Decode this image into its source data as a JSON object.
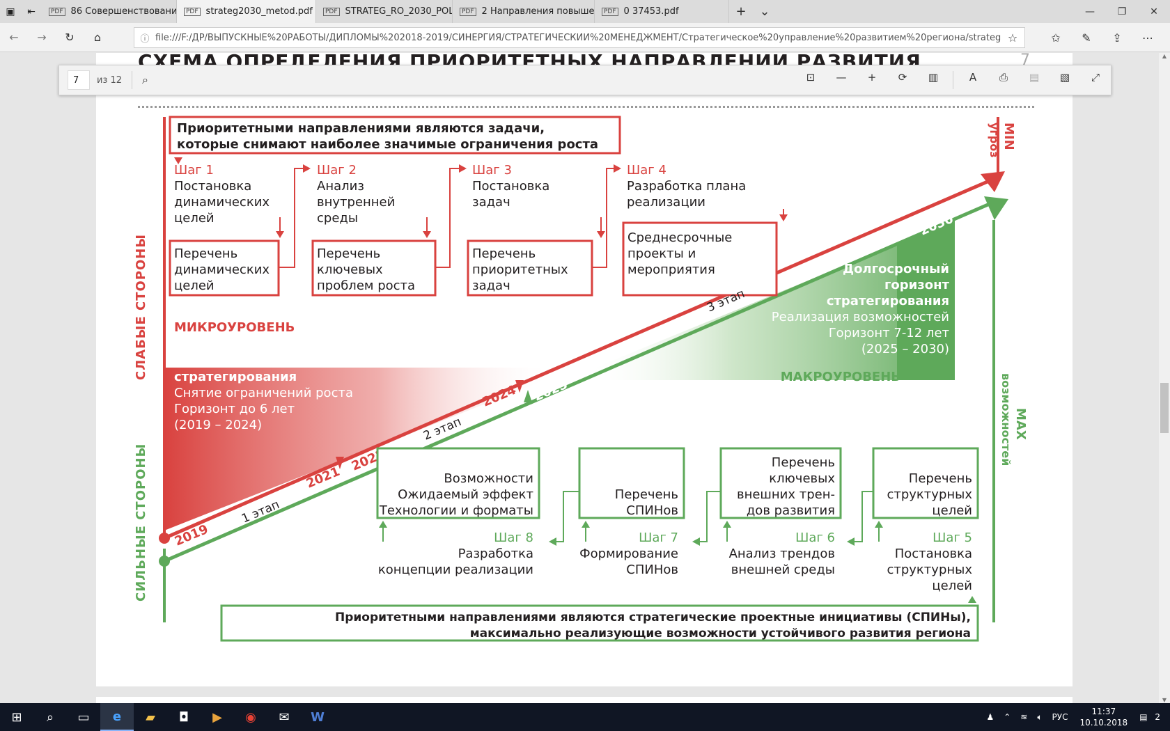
{
  "browser": {
    "tabs": [
      {
        "label": "86 Совершенствование стр"
      },
      {
        "label": "strateg2030_metod.pdf"
      },
      {
        "label": "STRATEG_RO_2030_POLUSII"
      },
      {
        "label": "2 Направления повышени"
      },
      {
        "label": "0 37453.pdf"
      }
    ],
    "url": "file:///F:/ДР/ВЫПУСКНЫЕ%20РАБОТЫ/ДИПЛОМЫ%202018-2019/СИНЕРГИЯ/СТРАТЕГИЧЕСКИЙ%20МЕНЕДЖМЕНТ/Стратегическое%20управление%20развитием%20региона/strateg2030_metod.pdf"
  },
  "pdf": {
    "page_number": "7",
    "page_total": "из 12",
    "title": "СХЕМА ОПРЕДЕЛЕНИЯ ПРИОРИТЕТНЫХ НАПРАВЛЕНИЙ РАЗВИТИЯ",
    "page_label": "7"
  },
  "diagram": {
    "top_header_1": "Приоритетными направлениями являются задачи,",
    "top_header_2": "которые снимают наиболее значимые ограничения роста",
    "bottom_header_1": "Приоритетными направлениями являются стратегические проектные инициативы (СПИНы),",
    "bottom_header_2": "максимально реализующие возможности устойчивого развития региона",
    "weak": "СЛАБЫЕ СТОРОНЫ",
    "strong": "СИЛЬНЫЕ СТОРОНЫ",
    "min_1": "MIN",
    "min_2": "угроз",
    "max_1": "MAX",
    "max_2": "возможностей",
    "micro": "МИКРОУРОВЕНЬ",
    "macro": "МАКРОУРОВЕНЬ",
    "mid_title_1": "Среднесрочный горизонт",
    "mid_title_2": "стратегирования",
    "mid_l1": "Снятие ограничений роста",
    "mid_l2": "Горизонт до 6 лет",
    "mid_l3": "(2019 – 2024)",
    "long_title_1": "Долгосрочный",
    "long_title_2": "горизонт",
    "long_title_3": "стратегирования",
    "long_l1": "Реализация возможностей",
    "long_l2": "Горизонт 7-12 лет",
    "long_l3": "(2025 – 2030)",
    "stage1": "1 этап",
    "stage2": "2 этап",
    "stage3": "3 этап",
    "years": {
      "y2019": "2019",
      "y2021": "2021",
      "y2022": "2022",
      "y2024": "2024",
      "y2025": "2025",
      "y2030": "2030"
    },
    "steps_top": [
      {
        "step": "Шаг 1",
        "desc": [
          "Постановка",
          "динамических",
          "целей"
        ],
        "box": [
          "Перечень",
          "динамических",
          "целей"
        ]
      },
      {
        "step": "Шаг 2",
        "desc": [
          "Анализ",
          "внутренней",
          "среды"
        ],
        "box": [
          "Перечень",
          "ключевых",
          "проблем роста"
        ]
      },
      {
        "step": "Шаг 3",
        "desc": [
          "Постановка",
          "задач"
        ],
        "box": [
          "Перечень",
          "приоритетных",
          "задач"
        ]
      },
      {
        "step": "Шаг 4",
        "desc": [
          "Разработка плана",
          "реализации"
        ],
        "box": [
          "Среднесрочные",
          "проекты и",
          "мероприятия"
        ]
      }
    ],
    "steps_bottom": [
      {
        "step": "Шаг 8",
        "desc": [
          "Разработка",
          "концепции реализации"
        ],
        "box": [
          "Возможности",
          "Ожидаемый эффект",
          "Технологии и форматы"
        ]
      },
      {
        "step": "Шаг 7",
        "desc": [
          "Формирование",
          "СПИНов"
        ],
        "box": [
          "Перечень",
          "СПИНов"
        ]
      },
      {
        "step": "Шаг 6",
        "desc": [
          "Анализ трендов",
          "внешней среды"
        ],
        "box": [
          "Перечень",
          "ключевых",
          "внешних трен-",
          "дов развития"
        ]
      },
      {
        "step": "Шаг 5",
        "desc": [
          "Постановка",
          "структурных",
          "целей"
        ],
        "box": [
          "Перечень",
          "структурных",
          "целей"
        ]
      }
    ]
  },
  "taskbar": {
    "lang": "РУС",
    "time": "11:37",
    "date": "10.10.2018",
    "notif": "2"
  },
  "colors": {
    "red": "#d9423f",
    "green": "#5ea95a",
    "dark": "#231f20"
  }
}
